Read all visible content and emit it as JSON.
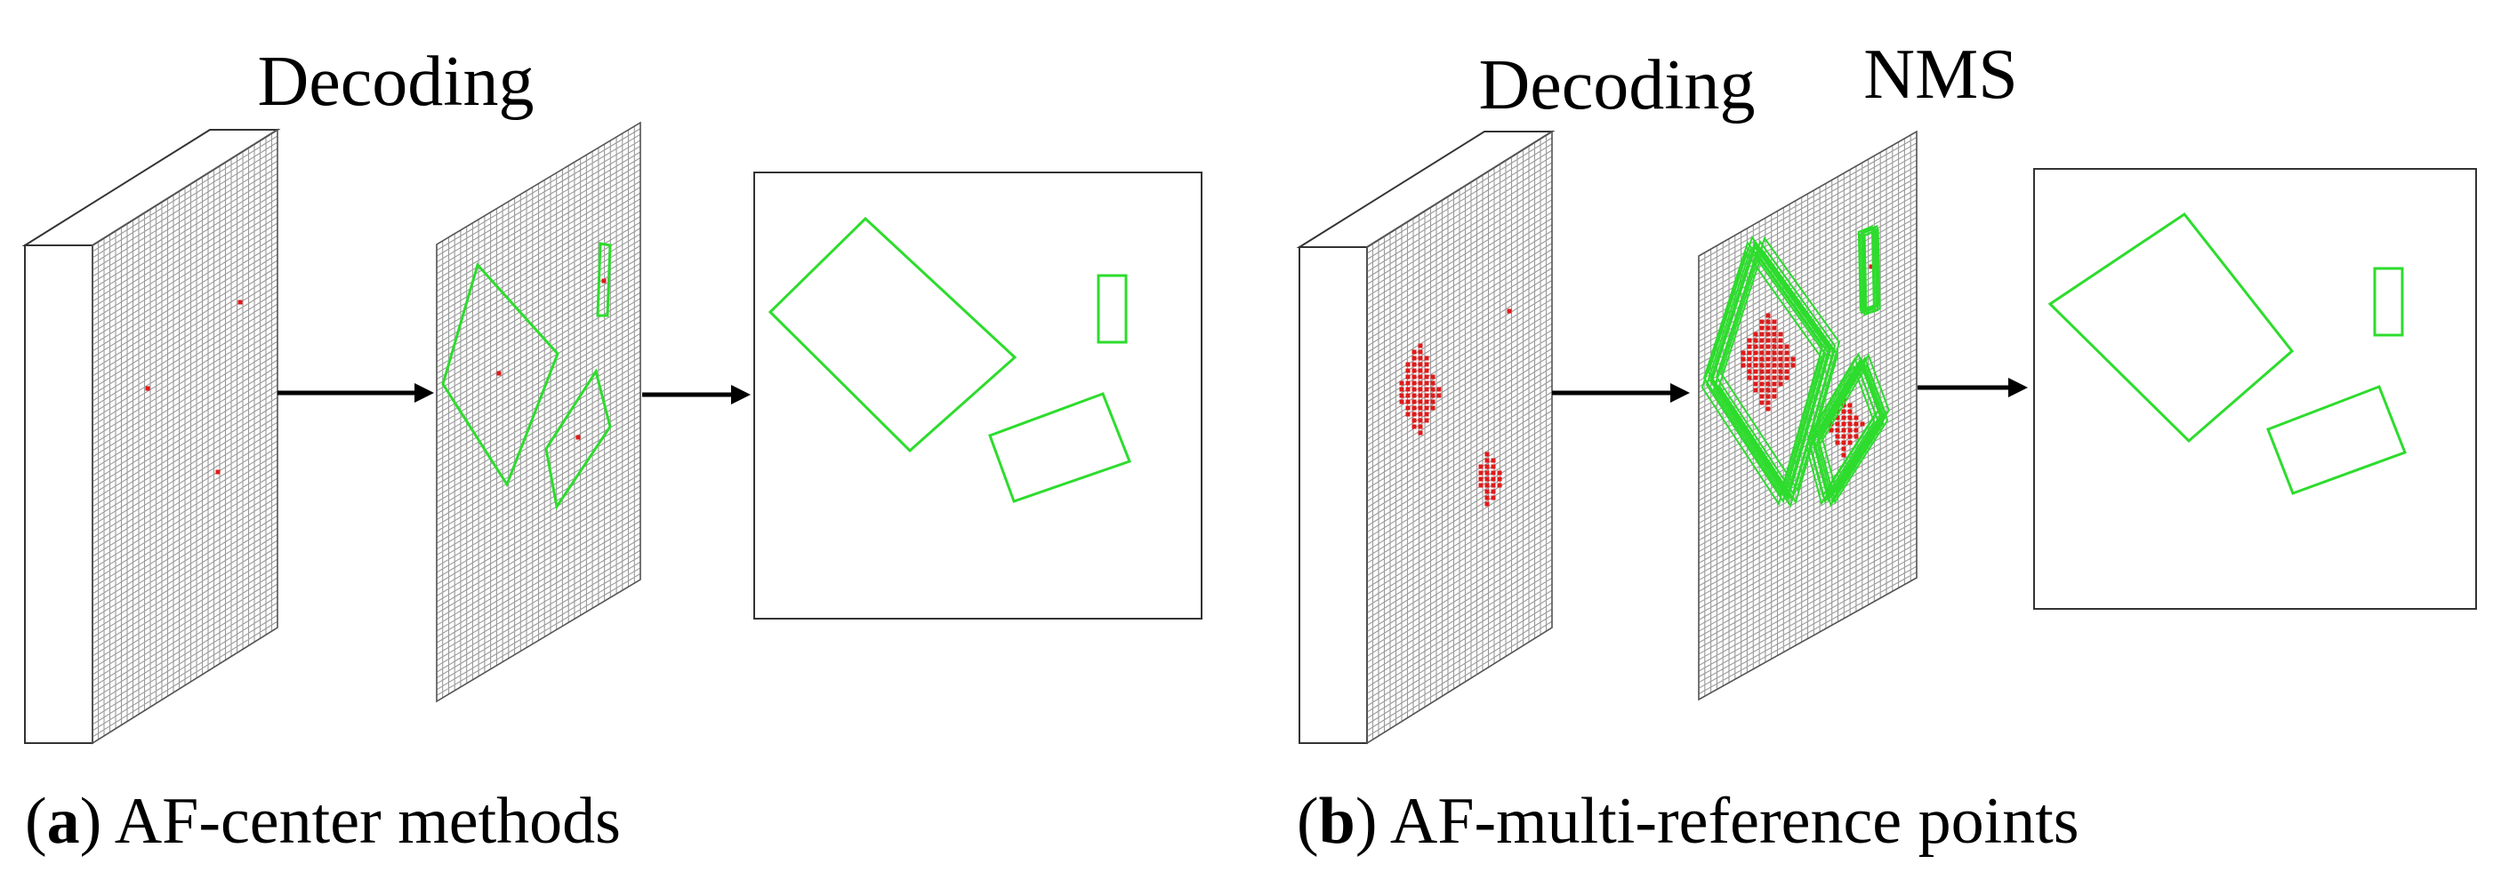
{
  "panel_a": {
    "step_label": "Decoding",
    "caption_letter": "a",
    "caption_text": "AF-center methods"
  },
  "panel_b": {
    "step_label_1": "Decoding",
    "step_label_2": "NMS",
    "caption_letter": "b",
    "caption_text": "AF-multi-reference points"
  },
  "colors": {
    "box": "#2ddc2d",
    "point": "#e01a1a",
    "grid": "#9a9a9a",
    "outline": "#333333",
    "arrow": "#000000"
  }
}
